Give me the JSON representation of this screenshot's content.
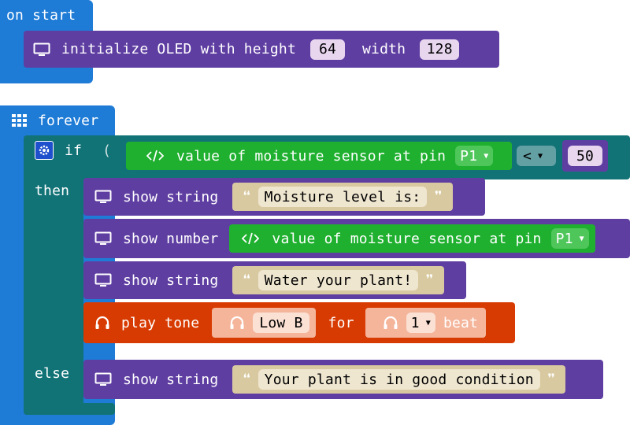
{
  "colors": {
    "event": "#1e7bd6",
    "basic": "#5f3ea2",
    "logic": "#127377",
    "sensor": "#1fb02f",
    "music": "#d83b01",
    "text_slot": "#d9c9a0",
    "number_slot": "#e8d6ef",
    "music_slot": "#f4b59b"
  },
  "on_start": {
    "label": "on start",
    "init_oled": {
      "icon": "monitor-icon",
      "label": "initialize OLED with height",
      "height": "64",
      "width_label": "width",
      "width": "128"
    }
  },
  "forever": {
    "icon": "grid-icon",
    "label": "forever",
    "if_block": {
      "gear_icon": "gear-icon",
      "if_label": "if",
      "paren": "(",
      "condition": {
        "code_icon": "code-icon",
        "sensor_label": "value of moisture sensor at pin",
        "pin": "P1",
        "operator": "<",
        "value": "50"
      },
      "then_label": "then",
      "else_label": "else"
    },
    "then_blocks": {
      "show_string_1": {
        "label": "show string",
        "open_quote": "❝",
        "text": "Moisture level is:",
        "close_quote": "❞"
      },
      "show_number": {
        "label": "show number",
        "sensor_label": "value of moisture sensor at pin",
        "pin": "P1"
      },
      "show_string_2": {
        "label": "show string",
        "open_quote": "❝",
        "text": "Water your plant!",
        "close_quote": "❞"
      },
      "play_tone": {
        "label": "play tone",
        "note": "Low B",
        "for_label": "for",
        "beats": "1",
        "beat_label": "beat"
      }
    },
    "else_blocks": {
      "show_string_3": {
        "label": "show string",
        "open_quote": "❝",
        "text": "Your plant is in good condition",
        "close_quote": "❞"
      }
    }
  }
}
